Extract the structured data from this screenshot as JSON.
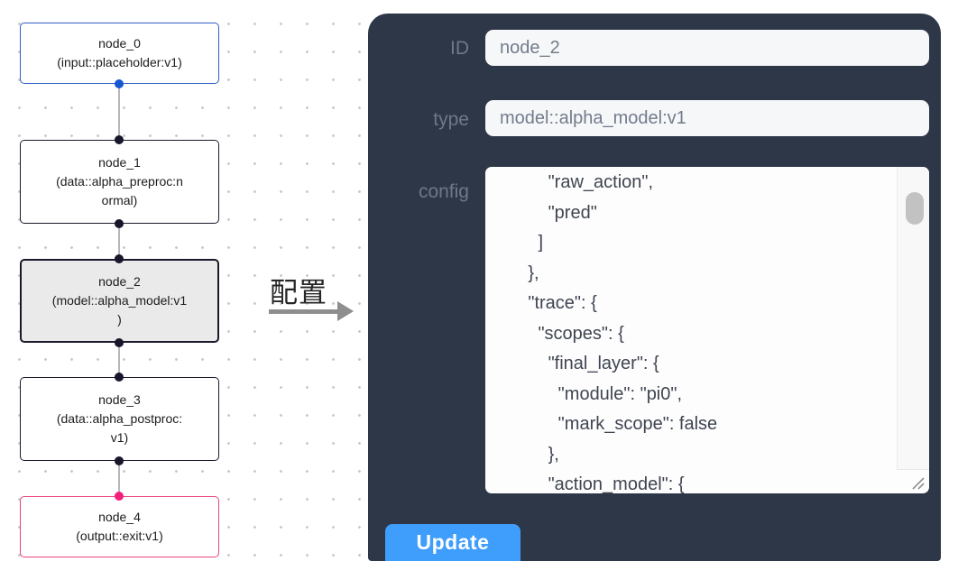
{
  "canvas": {
    "arrow_label": "配置",
    "nodes": [
      {
        "id": "node_0",
        "node_type": "input::placeholder:v1",
        "label": "node_0\n(input::placeholder:v1)",
        "selected": false
      },
      {
        "id": "node_1",
        "node_type": "data::alpha_preproc:normal",
        "label": "node_1\n(data::alpha_preproc:n\normal)",
        "selected": false
      },
      {
        "id": "node_2",
        "node_type": "model::alpha_model:v1",
        "label": "node_2\n(model::alpha_model:v1\n)",
        "selected": true
      },
      {
        "id": "node_3",
        "node_type": "data::alpha_postproc:v1",
        "label": "node_3\n(data::alpha_postproc:\nv1)",
        "selected": false
      },
      {
        "id": "node_4",
        "node_type": "output::exit:v1",
        "label": "node_4\n(output::exit:v1)",
        "selected": false
      }
    ]
  },
  "panel": {
    "fields": {
      "id": {
        "label": "ID",
        "value": "node_2"
      },
      "type": {
        "label": "type",
        "value": "model::alpha_model:v1"
      },
      "config": {
        "label": "config",
        "value": "          \"raw_action\",\n          \"pred\"\n        ]\n      },\n      \"trace\": {\n        \"scopes\": {\n          \"final_layer\": {\n            \"module\": \"pi0\",\n            \"mark_scope\": false\n          },\n          \"action_model\": {"
      }
    },
    "update_button_label": "Update"
  },
  "icons": {
    "resize_grip": "diagonal-drag-lines",
    "scroll_thumb": "vertical-scrollbar-thumb"
  },
  "colors": {
    "panel_bg": "#2d3748",
    "accent_blue": "#3f9efc",
    "input_node_border": "#2f5fc4",
    "output_node_border": "#e8457f",
    "default_node_border": "#1a192b",
    "selected_node_bg": "#eaeaea",
    "edge": "#b6b6bc",
    "handle_blue": "#1757d1",
    "handle_pink": "#f41f7b",
    "handle_dark": "#17162b",
    "field_label": "#6e7889",
    "field_bg": "#f6f7f9"
  }
}
